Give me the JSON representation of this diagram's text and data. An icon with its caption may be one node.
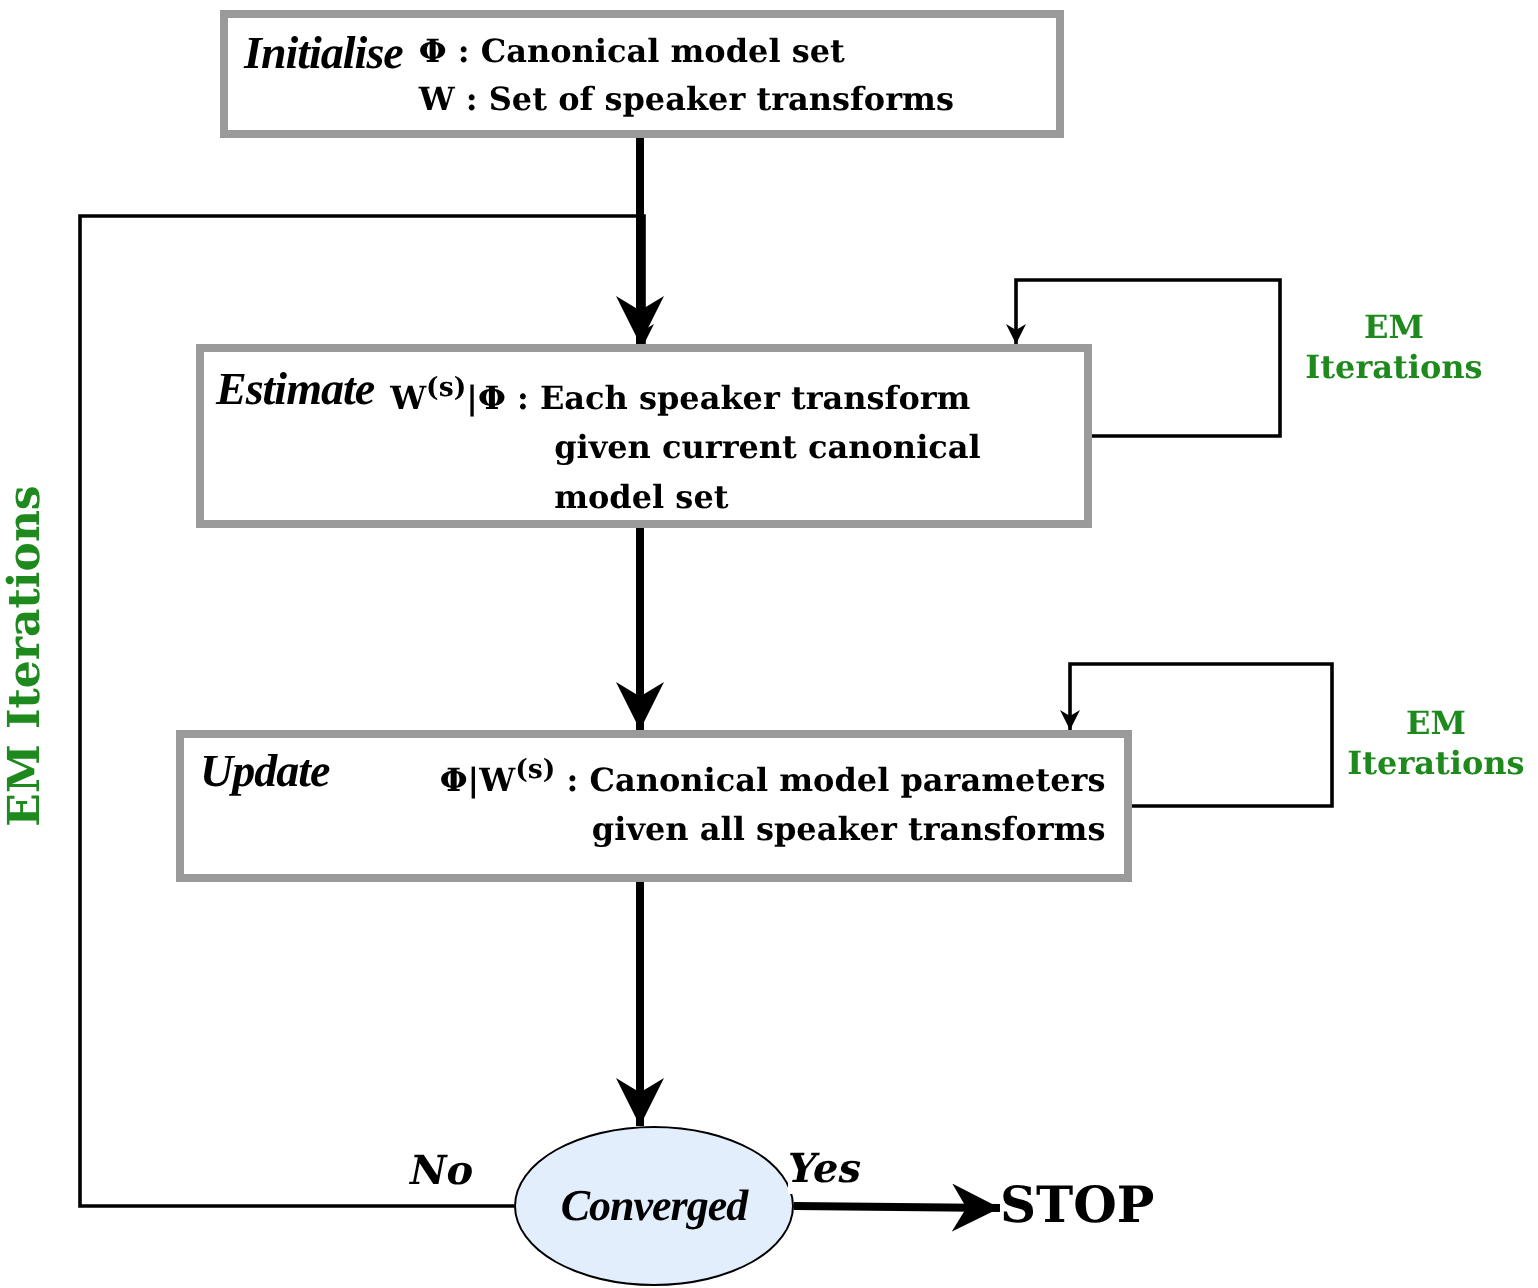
{
  "diagram": {
    "nodes": [
      {
        "text": [
          "Initialise",
          "Φ : Canonical model set",
          "W : Set of speaker transforms"
        ]
      },
      {
        "text": [
          "Estimate",
          "W$^{(s)}$|Φ : Each speaker transform given current canonical model set"
        ]
      },
      {
        "text": [
          "Update",
          "Φ|W$^{(s)}$ : Canonical model parameters given all speaker transforms"
        ]
      },
      {
        "text": [
          "Converged"
        ]
      },
      {
        "text": [
          "STOP"
        ]
      }
    ],
    "edges": [
      {
        "from": 0,
        "to": 1,
        "arrow": "to"
      },
      {
        "from": 1,
        "to": 2,
        "arrow": "to"
      },
      {
        "from": 2,
        "to": 3,
        "arrow": "to"
      },
      {
        "from": 3,
        "to": 4,
        "arrow": "to",
        "label": "Yes"
      },
      {
        "from": 3,
        "to": 1,
        "arrow": "to",
        "label": "No"
      },
      {
        "from": 1,
        "to": 1,
        "arrow": "to",
        "label": "EM Iterations"
      },
      {
        "from": 2,
        "to": 2,
        "arrow": "to",
        "label": "EM Iterations"
      }
    ],
    "labels": [
      "EM Iterations"
    ]
  }
}
